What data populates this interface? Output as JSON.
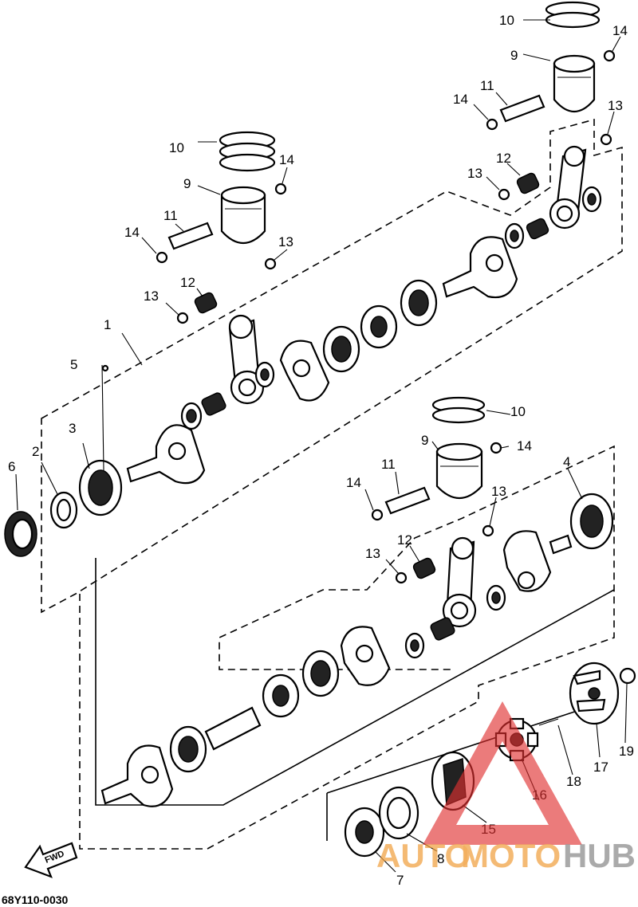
{
  "diagram_code": "68Y110-0030",
  "fwd_label": "FWD",
  "watermark": {
    "brand_part1": "AUTO",
    "brand_part2": "MOTO",
    "brand_part3": "HUB",
    "color_red": "#e03030",
    "color_orange": "#f0a040",
    "color_gray": "#8a8a8a"
  },
  "callouts": {
    "c1": "1",
    "c2": "2",
    "c3": "3",
    "c4": "4",
    "c5": "5",
    "c6": "6",
    "c7": "7",
    "c8": "8",
    "c9a": "9",
    "c9b": "9",
    "c9c": "9",
    "c10a": "10",
    "c10b": "10",
    "c10c": "10",
    "c11a": "11",
    "c11b": "11",
    "c11c": "11",
    "c12a": "12",
    "c12b": "12",
    "c12c": "12",
    "c13a": "13",
    "c13b": "13",
    "c13c": "13",
    "c13d": "13",
    "c13e": "13",
    "c13f": "13",
    "c14a": "14",
    "c14b": "14",
    "c14c": "14",
    "c14d": "14",
    "c14e": "14",
    "c14f": "14",
    "c15": "15",
    "c16": "16",
    "c17": "17",
    "c18": "18",
    "c19": "19"
  }
}
